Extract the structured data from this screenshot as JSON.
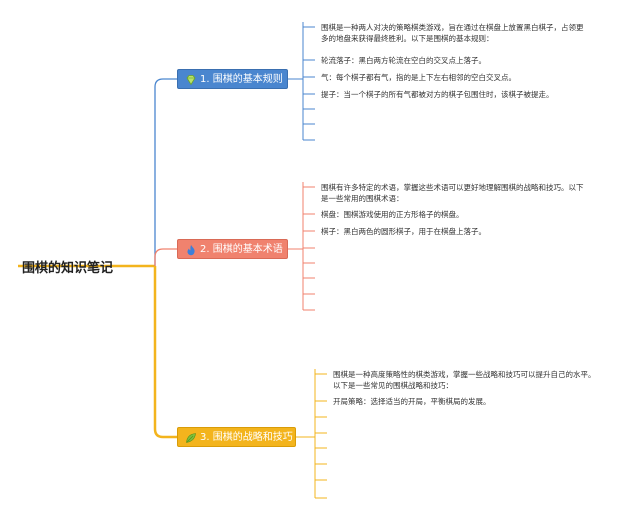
{
  "root": {
    "title": "围棋的知识笔记"
  },
  "branches": [
    {
      "label": "1. 围棋的基本规则",
      "icon": "diamond-icon",
      "color": "#4a86cf",
      "leaves": [
        {
          "text": "围棋是一种两人对决的策略棋类游戏，旨在通过在棋盘上放置黑白棋子，占领更\n多的地盘来获得最终胜利。以下是围棋的基本规则："
        },
        {
          "text": "轮流落子：黑白两方轮流在空白的交叉点上落子。"
        },
        {
          "text": "气：每个棋子都有气，指的是上下左右相邻的空白交叉点。"
        },
        {
          "text": "提子：当一个棋子的所有气都被对方的棋子包围住时，该棋子被提走。"
        },
        {
          "text": ""
        },
        {
          "text": ""
        },
        {
          "text": ""
        }
      ]
    },
    {
      "label": "2. 围棋的基本术语",
      "icon": "flame-icon",
      "color": "#f0826e",
      "leaves": [
        {
          "text": "围棋有许多特定的术语，掌握这些术语可以更好地理解围棋的战略和技巧。以下\n是一些常用的围棋术语："
        },
        {
          "text": "棋盘：围棋游戏使用的正方形格子的棋盘。"
        },
        {
          "text": "棋子：黑白两色的圆形棋子，用于在棋盘上落子。"
        },
        {
          "text": ""
        },
        {
          "text": ""
        },
        {
          "text": ""
        },
        {
          "text": ""
        },
        {
          "text": ""
        }
      ]
    },
    {
      "label": "3. 围棋的战略和技巧",
      "icon": "leaf-icon",
      "color": "#f3b41d",
      "leaves": [
        {
          "text": "围棋是一种高度策略性的棋类游戏，掌握一些战略和技巧可以提升自己的水平。\n以下是一些常见的围棋战略和技巧："
        },
        {
          "text": "开局策略：选择适当的开局，平衡棋局的发展。"
        },
        {
          "text": ""
        },
        {
          "text": ""
        },
        {
          "text": ""
        },
        {
          "text": ""
        },
        {
          "text": ""
        },
        {
          "text": ""
        }
      ]
    }
  ]
}
